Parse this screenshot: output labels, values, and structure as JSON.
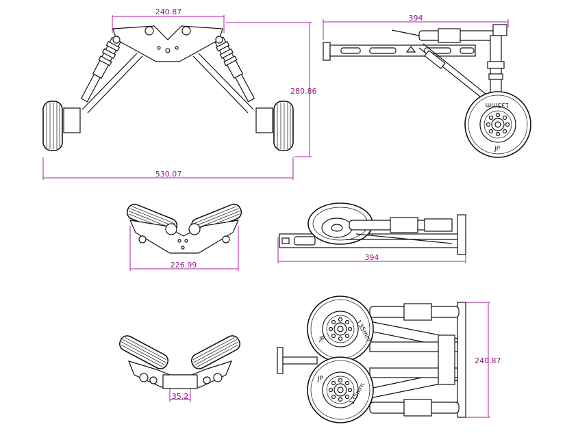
{
  "dimensions": {
    "front_top_width": "240.87",
    "front_height": "280.86",
    "front_total_width": "530.07",
    "side_length_top": "394",
    "folded_width": "226.99",
    "side_length_mid": "394",
    "axle_width": "35.2",
    "top_view_width": "240.87"
  },
  "wheel_labels": {
    "size": "135mm",
    "brand": "JP"
  },
  "colors": {
    "dimension": "#b01aa8",
    "line": "#111111",
    "background": "#ffffff"
  }
}
